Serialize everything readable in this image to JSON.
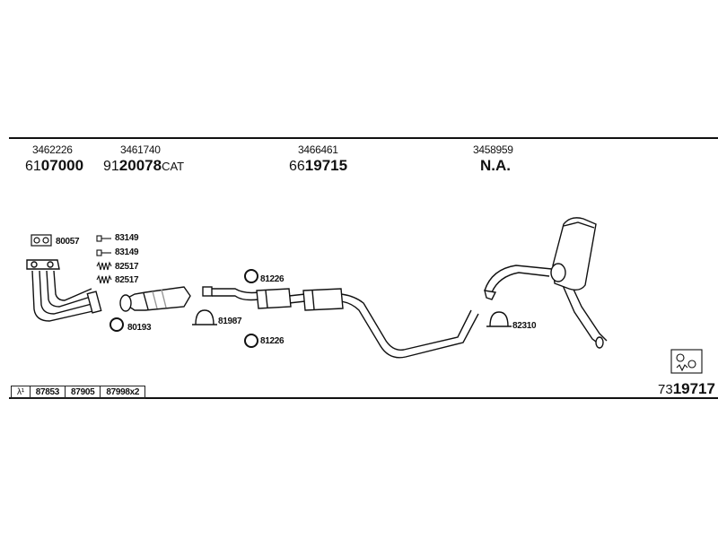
{
  "header": {
    "oe_numbers": [
      "3462226",
      "3461740",
      "3466461",
      "3458959"
    ],
    "refs": [
      {
        "prefix": "61",
        "code": "07000",
        "suffix": ""
      },
      {
        "prefix": "91",
        "code": "20078",
        "suffix": "CAT"
      },
      {
        "prefix": "66",
        "code": "19715",
        "suffix": ""
      }
    ],
    "na_label": "N.A."
  },
  "parts": {
    "gasket_top": "80057",
    "bolt_1": "83149",
    "bolt_2": "83149",
    "spring_1": "82517",
    "spring_2": "82517",
    "ring_cat": "80193",
    "ring_front_upper": "81226",
    "clamp_front": "81987",
    "ring_front_lower": "81226",
    "clamp_rear": "82310"
  },
  "footer": {
    "symbol": "λ¹",
    "cells": [
      "87853",
      "87905",
      "87998x2"
    ],
    "final_ref": {
      "prefix": "73",
      "code": "19717"
    }
  },
  "colors": {
    "line": "#111111",
    "part_fill": "#ffffff",
    "part_shade": "#cfcfcf"
  }
}
